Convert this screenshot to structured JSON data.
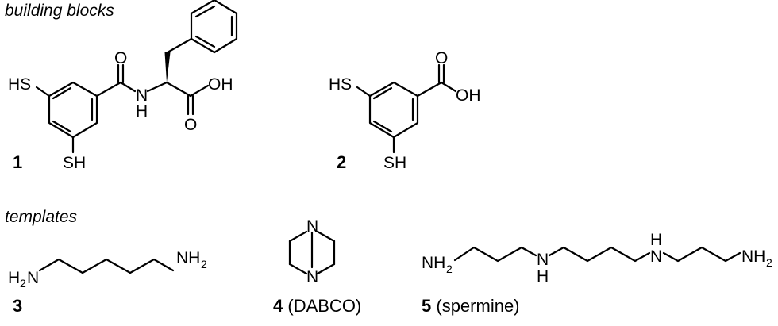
{
  "sections": {
    "building_blocks": "building blocks",
    "templates": "templates"
  },
  "compounds": [
    {
      "number": "1",
      "name": ""
    },
    {
      "number": "2",
      "name": ""
    },
    {
      "number": "3",
      "name": ""
    },
    {
      "number": "4",
      "name": "(DABCO)"
    },
    {
      "number": "5",
      "name": "(spermine)"
    }
  ],
  "atoms": {
    "sh": "SH",
    "hs": "HS",
    "o": "O",
    "oh": "OH",
    "n": "N",
    "h": "H",
    "nh": "NH",
    "nh2_left": "NH",
    "h2n": "H",
    "n_h2n": "N",
    "sub2": "2"
  }
}
